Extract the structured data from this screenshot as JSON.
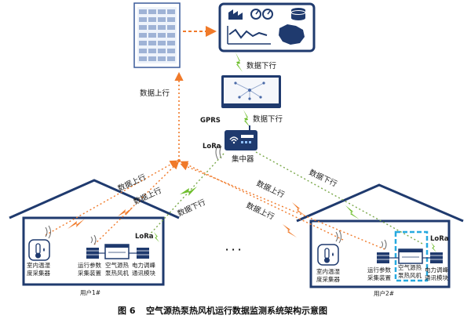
{
  "caption": {
    "fig_no": "图 6",
    "title": "空气源热泵热风机运行数据监测系统架构示意图"
  },
  "flow_labels": {
    "down_top": "数据下行",
    "down_mid": "数据下行",
    "up_left_vertical": "数据上行",
    "up_u1_a": "数据上行",
    "up_u1_b": "数据上行",
    "down_u1": "数据下行",
    "up_u2_a": "数据上行",
    "up_u2_b": "数据上行",
    "down_u2": "数据下行"
  },
  "gateway": {
    "label": "集中器",
    "gprs": "GPRS",
    "lora": "LoRa"
  },
  "user1": {
    "label": "用户1#",
    "indoor_sensor": [
      "室内温湿",
      "度采集器"
    ],
    "param_collector": [
      "运行参数",
      "采集装置"
    ],
    "heat_pump": [
      "空气源热",
      "泵热风机"
    ],
    "power_module": [
      "电力调峰",
      "通讯模块"
    ],
    "lora": "LoRa"
  },
  "user2": {
    "label": "用户2#",
    "indoor_sensor": [
      "室内温湿",
      "度采集器"
    ],
    "param_collector": [
      "运行参数",
      "采集装置"
    ],
    "heat_pump": [
      "空气源热",
      "泵热风机"
    ],
    "power_module": [
      "电力调峰",
      "通讯模块"
    ],
    "lora": "LoRa"
  },
  "ellipsis": "· · ·",
  "colors": {
    "up_arrow": "#f07a2a",
    "down_arrow": "#7aa84a",
    "lightning": "#6fbf2e",
    "navy": "#1f3a6e",
    "highlight": "#27a9df"
  }
}
